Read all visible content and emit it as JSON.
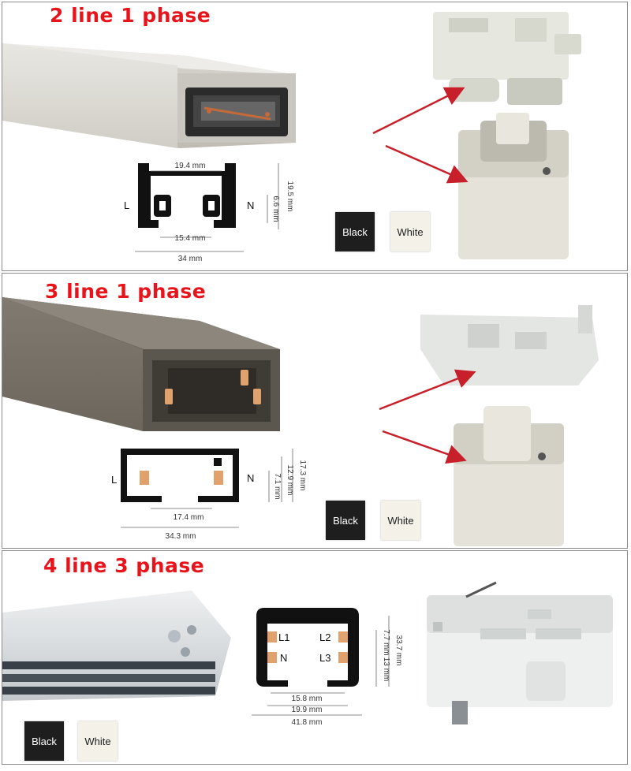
{
  "panels": [
    {
      "title": "2 line 1 phase",
      "dims": {
        "inner_width": "19.4 mm",
        "slot_width": "15.4 mm",
        "total_width": "34 mm",
        "height": "19.5 mm",
        "inner_height": "6.6 mm",
        "left": "L",
        "right": "N"
      },
      "swatches": {
        "black": "Black",
        "white": "White"
      }
    },
    {
      "title": "3 line 1 phase",
      "dims": {
        "slot_width": "17.4 mm",
        "total_width": "34.3 mm",
        "height": "17.3 mm",
        "mid_height": "12.9 mm",
        "inner_height": "7.1 mm",
        "left": "L",
        "right": "N"
      },
      "swatches": {
        "black": "Black",
        "white": "White"
      }
    },
    {
      "title": "4 line 3 phase",
      "dims": {
        "slot_width": "15.8 mm",
        "mid_width": "19.9 mm",
        "total_width": "41.8 mm",
        "height": "33.7 mm",
        "mid_height": "13 mm",
        "inner_height": "7.7 mm",
        "l1": "L1",
        "l2": "L2",
        "n": "N",
        "l3": "L3"
      },
      "swatches": {
        "black": "Black",
        "white": "White"
      }
    }
  ],
  "colors": {
    "title": "#e8141b",
    "arrow": "#c8202a"
  }
}
